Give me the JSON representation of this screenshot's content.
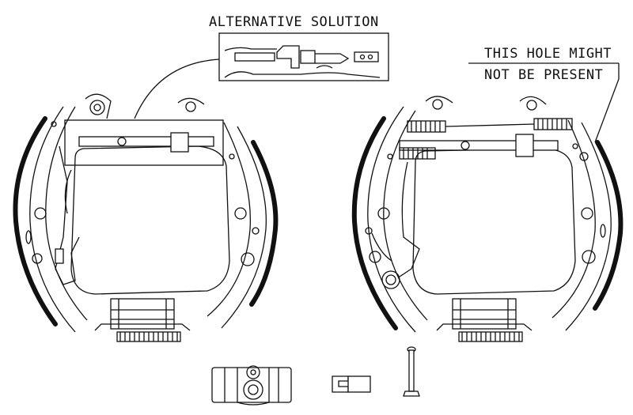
{
  "annotations": {
    "alternative_solution": "ALTERNATIVE SOLUTION",
    "hole_line1": "THIS HOLE MIGHT",
    "hole_line2": "NOT BE PRESENT"
  },
  "parts": [
    {
      "name": "left-brake-shoe-assembly"
    },
    {
      "name": "right-brake-shoe-assembly"
    },
    {
      "name": "wheel-cylinder"
    },
    {
      "name": "retaining-clip"
    },
    {
      "name": "hold-down-pin"
    }
  ]
}
